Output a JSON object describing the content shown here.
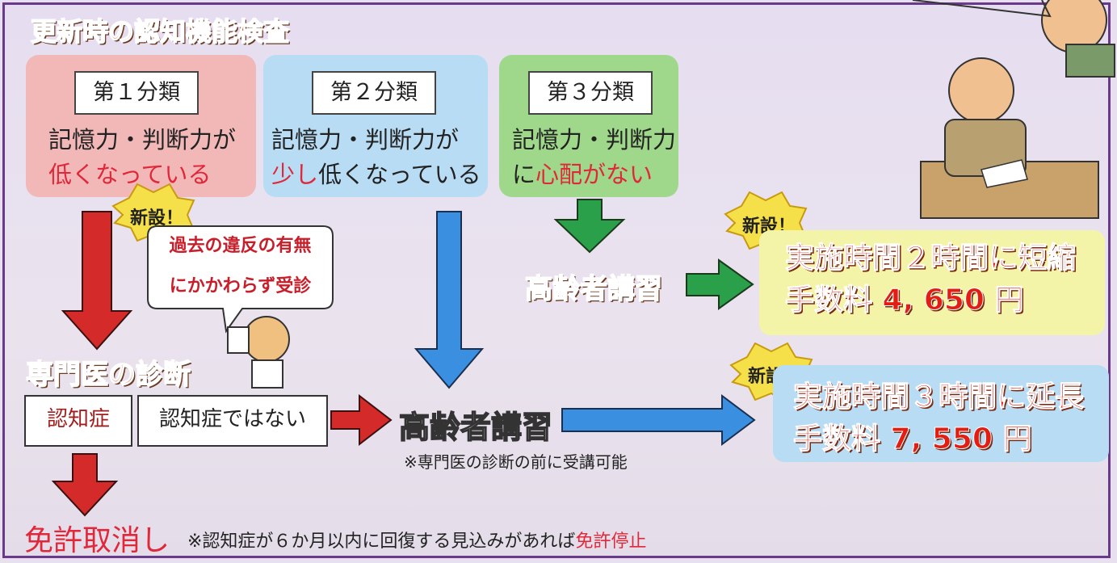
{
  "title": "更新時の認知機能検査",
  "categories": [
    {
      "label": "第１分類",
      "line1": "記憶力・判断力が",
      "line2_red": "低くなっている",
      "line2_black": ""
    },
    {
      "label": "第２分類",
      "line1": "記憶力・判断力が",
      "line2_red": "少し",
      "line2_black": "低くなっている"
    },
    {
      "label": "第３分類",
      "line1": "記憶力・判断力",
      "line2_pre": "に",
      "line2_red": "心配がない"
    }
  ],
  "new_badge": "新設！",
  "bubble": {
    "line1": "過去の違反の有無",
    "line2": "にかかわらず受診"
  },
  "specialist": {
    "heading": "専門医の診断",
    "dementia": "認知症",
    "not_dementia": "認知症ではない"
  },
  "lecture_upper": "高齢者講習",
  "lecture_lower": "高齢者講習",
  "lecture_note": "※専門医の診断の前に受講可能",
  "result_short": {
    "line1": "実施時間２時間に短縮",
    "line2": "手数料 4, 650 円"
  },
  "result_long": {
    "line1": "実施時間３時間に延長",
    "line2": "手数料 7, 550 円"
  },
  "revocation": {
    "label": "免許取消し",
    "note_pre": "※認知症が６か月以内に回復する見込みがあれば",
    "note_red": "免許停止"
  },
  "colors": {
    "red_arrow": "#d42a2a",
    "blue_arrow": "#3a8fe0",
    "green_arrow": "#2aa04a",
    "cat1_bg": "#f2b8b8",
    "cat2_bg": "#b8dcf4",
    "cat3_bg": "#9fd88a",
    "result_short_bg": "#f4f4a8",
    "result_long_bg": "#b8dcf4"
  }
}
